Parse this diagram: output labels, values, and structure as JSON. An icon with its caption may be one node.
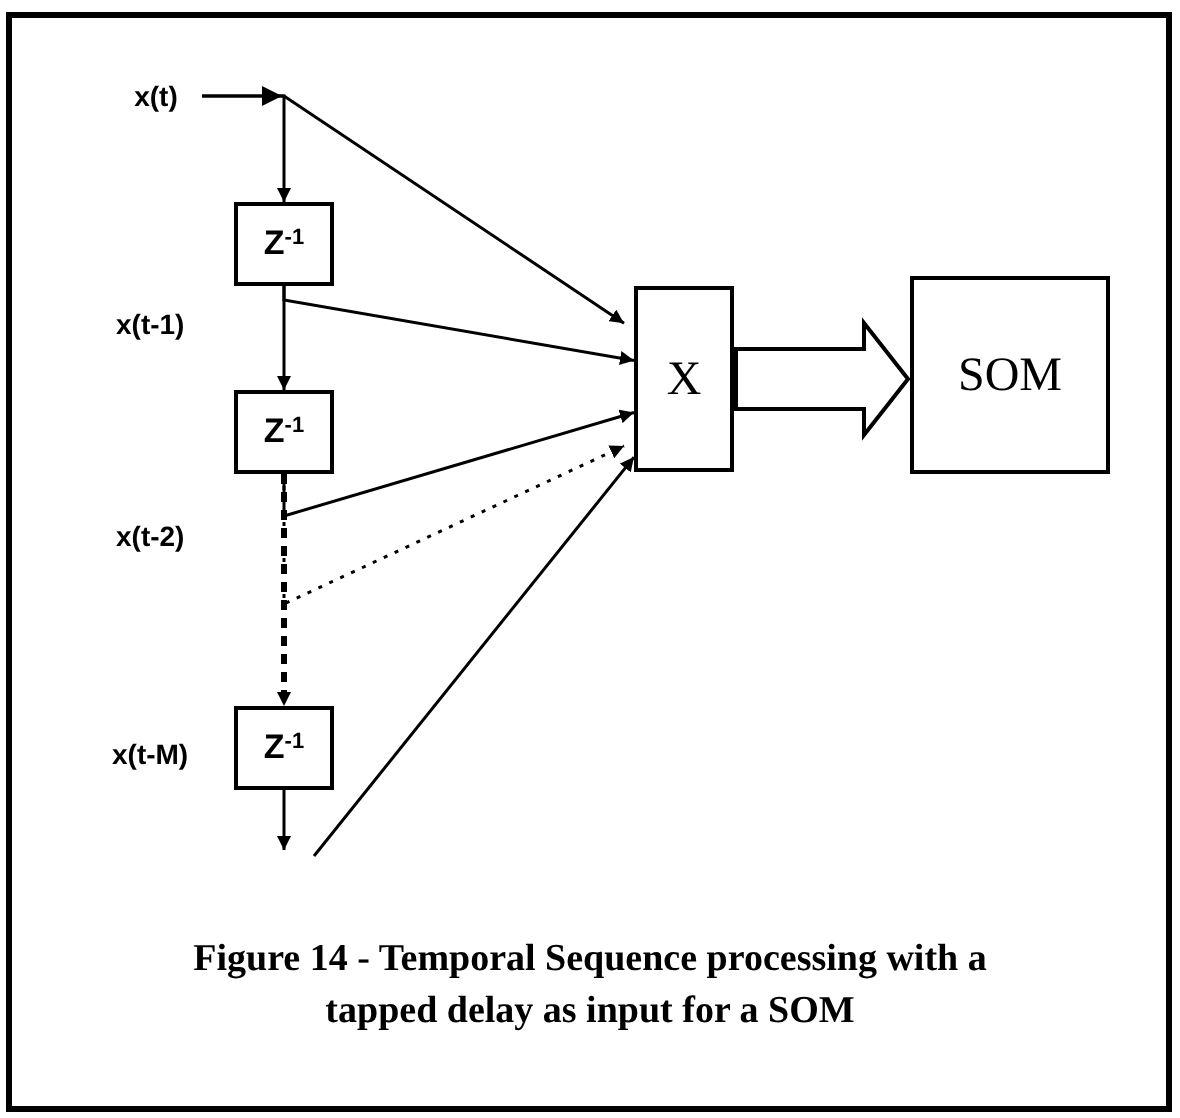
{
  "diagram": {
    "caption": "Figure 14 - Temporal Sequence processing with a tapped delay as input for a SOM",
    "nodes": [
      {
        "text": [
          "x(t)"
        ]
      },
      {
        "text": [
          "Z$^{-1}$"
        ]
      },
      {
        "text": [
          "Z$^{-1}$"
        ]
      },
      {
        "text": [
          "Z$^{-1}$"
        ]
      },
      {
        "text": [
          "X"
        ]
      },
      {
        "text": [
          "SOM"
        ]
      }
    ],
    "edges": [
      {
        "from": 0,
        "to": 1,
        "arrow": "to"
      },
      {
        "from": 0,
        "to": 4,
        "arrow": "to"
      },
      {
        "from": 1,
        "to": 2,
        "arrow": "to"
      },
      {
        "from": 1,
        "to": 4,
        "arrow": "to"
      },
      {
        "from": 2,
        "to": 3,
        "arrow": "to",
        "style": "dashed"
      },
      {
        "from": 2,
        "to": 4,
        "arrow": "to"
      },
      {
        "from": 2,
        "to": 4,
        "arrow": "to",
        "style": "dashed"
      },
      {
        "from": 3,
        "to": null,
        "arrow": "to"
      },
      {
        "from": null,
        "to": 4,
        "arrow": "to"
      },
      {
        "from": 4,
        "to": 5,
        "arrow": "to",
        "style": "thick"
      }
    ],
    "labels": [
      "x(t-1)",
      "x(t-2)",
      "x(t-M)"
    ]
  }
}
